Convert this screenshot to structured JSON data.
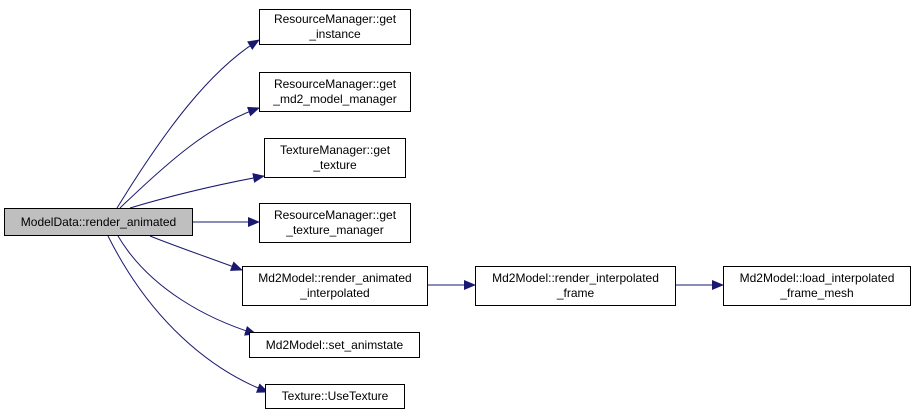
{
  "nodes": {
    "root": {
      "lines": [
        "ModelData::render_animated"
      ]
    },
    "rm_get_instance": {
      "lines": [
        "ResourceManager::get",
        "_instance"
      ]
    },
    "rm_get_md2": {
      "lines": [
        "ResourceManager::get",
        "_md2_model_manager"
      ]
    },
    "tm_get_texture": {
      "lines": [
        "TextureManager::get",
        "_texture"
      ]
    },
    "rm_get_texture_manager": {
      "lines": [
        "ResourceManager::get",
        "_texture_manager"
      ]
    },
    "md2_render_animated": {
      "lines": [
        "Md2Model::render_animated",
        "_interpolated"
      ]
    },
    "md2_set_animstate": {
      "lines": [
        "Md2Model::set_animstate"
      ]
    },
    "tex_usetexture": {
      "lines": [
        "Texture::UseTexture"
      ]
    },
    "md2_render_interpolated": {
      "lines": [
        "Md2Model::render_interpolated",
        "_frame"
      ]
    },
    "md2_load_interpolated": {
      "lines": [
        "Md2Model::load_interpolated",
        "_frame_mesh"
      ]
    }
  },
  "colors": {
    "edge": "#191970",
    "root_fill": "#bfbfbf",
    "node_border": "#000000"
  }
}
